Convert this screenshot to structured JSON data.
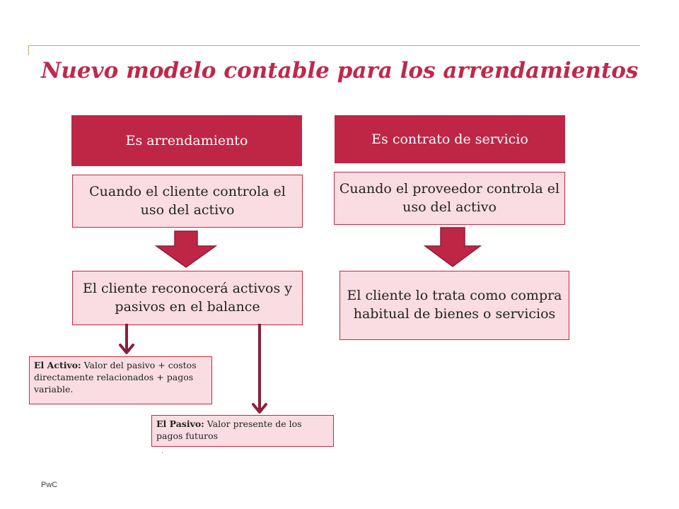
{
  "title": "Nuevo modelo contable para los arrendamientos",
  "left": {
    "header": "Es arrendamiento",
    "condition": "Cuando el cliente controla el uso del activo",
    "result": "El cliente reconocerá activos y pasivos en el balance"
  },
  "right": {
    "header": "Es contrato de servicio",
    "condition": "Cuando el proveedor controla el uso del activo",
    "result": "El cliente lo trata como compra habitual de bienes o servicios"
  },
  "notes": {
    "activo_label": "El Activo:",
    "activo_text": " Valor del pasivo + costos directamente relacionados + pagos variable.",
    "pasivo_label": "El Pasivo:",
    "pasivo_text": " Valor presente de los pagos futuros",
    "pasivo_dot": "."
  },
  "footer": "PwC",
  "colors": {
    "accent": "#bf2545",
    "box_fill": "#f9dde2",
    "frame": "#c9a66b",
    "thin_arrow": "#8b1f3a"
  }
}
